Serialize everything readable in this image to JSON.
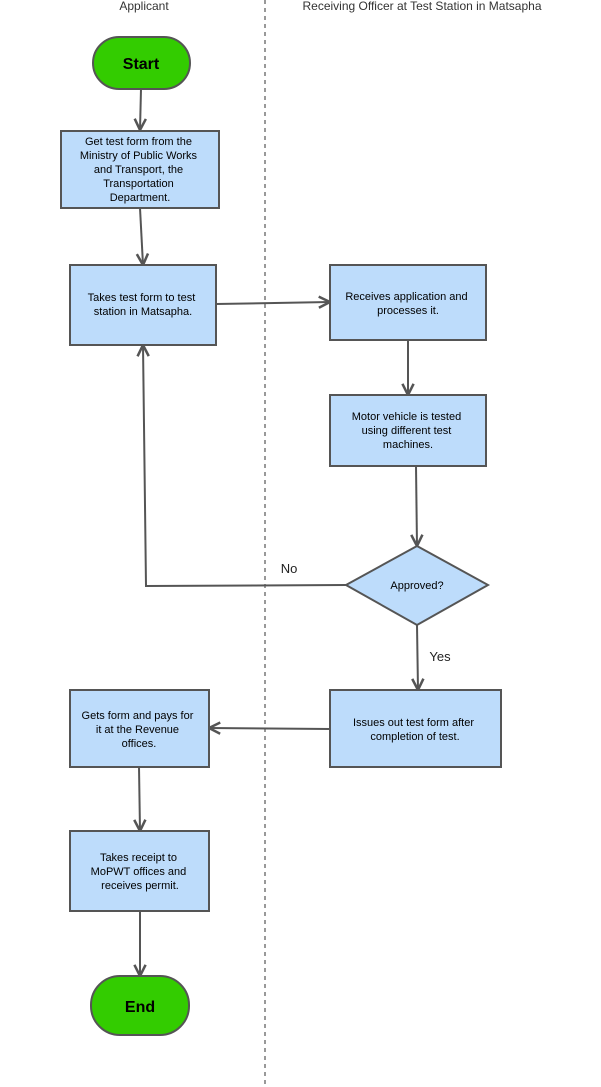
{
  "lanes": {
    "left_title": "Applicant",
    "right_title": "Receiving Officer at Test Station in Matsapha"
  },
  "nodes": {
    "start": "Start",
    "get_form": [
      "Get test form from the",
      "Ministry of Public Works",
      "and Transport, the",
      "Transportation",
      "Department."
    ],
    "take_form": [
      "Takes test form to test",
      "station in Matsapha."
    ],
    "receive": [
      "Receives application and",
      "processes it."
    ],
    "tested": [
      "Motor vehicle is tested",
      "using different test",
      "machines."
    ],
    "approved": "Approved?",
    "issues": [
      "Issues out test form after",
      "completion of test."
    ],
    "pays": [
      "Gets form and pays for",
      "it at the Revenue",
      "offices."
    ],
    "receipt": [
      "Takes receipt to",
      "MoPWT offices and",
      "receives permit."
    ],
    "end": "End"
  },
  "edge_labels": {
    "no": "No",
    "yes": "Yes"
  },
  "colors": {
    "process_fill": "#bddcfb",
    "terminal_fill": "#33cc00",
    "stroke": "#555555"
  }
}
